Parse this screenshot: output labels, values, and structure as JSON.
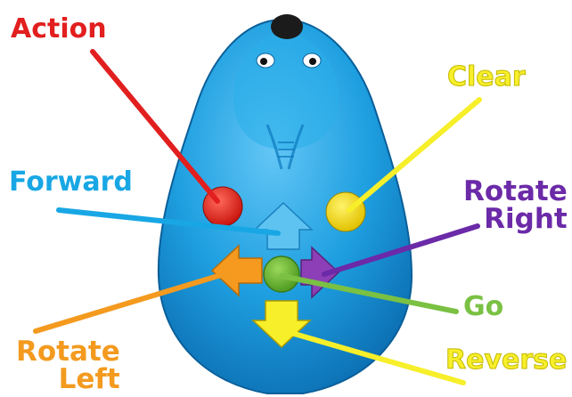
{
  "labels": {
    "action": "Action",
    "forward": "Forward",
    "clear": "Clear",
    "rotate_right": [
      "Rotate",
      "Right"
    ],
    "go": "Go",
    "rotate_left": [
      "Rotate",
      "Left"
    ],
    "reverse": "Reverse"
  },
  "colors": {
    "action": "#e21f1f",
    "forward": "#18a7e4",
    "clear": "#f6ef2a",
    "rotate_right": "#6b2aa8",
    "go": "#7ac143",
    "rotate_left": "#f39a1f",
    "reverse": "#f6ef2a",
    "robot_body": "#1e9fe0"
  }
}
